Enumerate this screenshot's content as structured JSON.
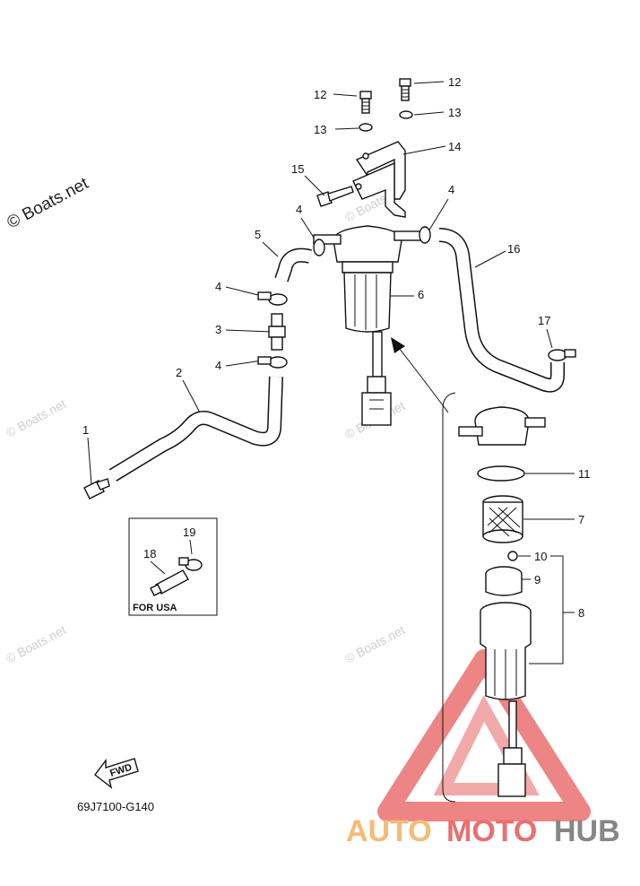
{
  "copyright": "© Boats.net",
  "watermark": "© Boats.net",
  "diagram_code": "69J7100-G140",
  "box_label": "FOR USA",
  "fwd_label": "FWD",
  "brand": {
    "part1": "AUTO",
    "part2": "MOTO",
    "part3": "HUB"
  },
  "callouts": {
    "c1": "1",
    "c2": "2",
    "c3": "3",
    "c4a": "4",
    "c4b": "4",
    "c4c": "4",
    "c4d": "4",
    "c5": "5",
    "c6": "6",
    "c7": "7",
    "c8": "8",
    "c9": "9",
    "c10": "10",
    "c11": "11",
    "c12a": "12",
    "c12b": "12",
    "c13a": "13",
    "c13b": "13",
    "c14": "14",
    "c15": "15",
    "c16": "16",
    "c17": "17",
    "c18": "18",
    "c19": "19"
  },
  "colors": {
    "line": "#111111",
    "watermark": "#cfcfcf",
    "logo_red": "#e86060",
    "logo_orange": "#f4b46a",
    "logo_gray": "#7a7a7a"
  }
}
